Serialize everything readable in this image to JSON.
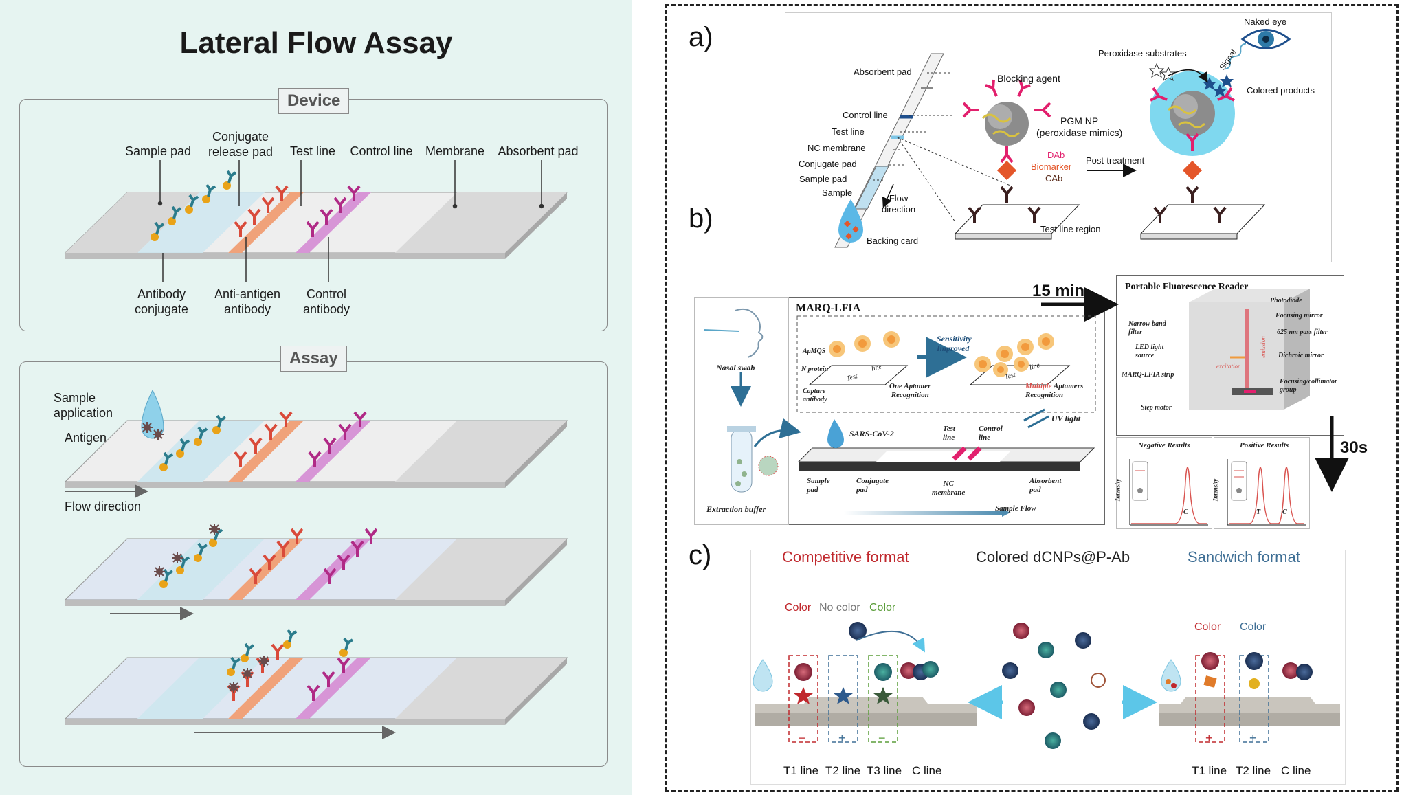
{
  "left": {
    "title": "Lateral Flow Assay",
    "device": {
      "label": "Device",
      "top_labels": [
        "Sample pad",
        "Conjugate\nrelease pad",
        "Test line",
        "Control line",
        "Membrane",
        "Absorbent pad"
      ],
      "bottom_labels": [
        "Antibody\nconjugate",
        "Anti-antigen\nantibody",
        "Control\nantibody"
      ]
    },
    "assay": {
      "label": "Assay",
      "sample_application": "Sample\napplication",
      "antigen": "Antigen",
      "flow_direction": "Flow direction"
    }
  },
  "right": {
    "a": {
      "letter": "a)",
      "strip_labels": [
        "Absorbent pad",
        "Control line",
        "Test line",
        "NC membrane",
        "Conjugate pad",
        "Sample pad",
        "Sample",
        "Backing card"
      ],
      "flow_direction": "Flow\ndirection",
      "blocking_agent": "Blocking agent",
      "pgm_np": "PGM NP\n(peroxidase mimics)",
      "dab": "DAb",
      "biomarker": "Biomarker",
      "cab": "CAb",
      "test_line_region": "Test line region",
      "post_treatment": "Post-treatment",
      "naked_eye": "Naked eye",
      "peroxidase_substrates": "Peroxidase substrates",
      "signal": "Signal",
      "colored_products": "Colored products"
    },
    "b": {
      "letter": "b)",
      "time_15": "15 min",
      "time_30": "30s",
      "marq_title": "MARQ-LFIA",
      "nasal_swab": "Nasal swab",
      "extraction_buffer": "Extraction buffer",
      "apmqs": "ApMQS",
      "n_protein": "N protein",
      "capture_antibody": "Capture\nantibody",
      "sensitivity": "Sensitivity\nImproved",
      "one_aptamer": "One Aptamer\nRecognition",
      "multiple": "Multiple",
      "aptamers_recognition": " Aptamers\nRecognition",
      "test_word": "Test",
      "line_word": "line",
      "sars": "SARS-CoV-2",
      "test_line": "Test\nline",
      "control_line": "Control\nline",
      "uv_light": "UV light",
      "sample_pad": "Sample\npad",
      "conjugate_pad": "Conjugate\npad",
      "nc_membrane": "NC\nmembrane",
      "absorbent_pad": "Absorbent\npad",
      "sample_flow": "Sample Flow",
      "reader_title": "Portable Fluorescence Reader",
      "reader_labels": [
        "Photodiode",
        "Focusing mirror",
        "625 nm pass filter",
        "Dichroic mirror",
        "Focusing/collimator\ngroup"
      ],
      "reader_left_labels": [
        "Narrow band\nfilter",
        "LED light\nsource",
        "MARQ-LFIA strip",
        "Step motor"
      ],
      "excitation": "excitation",
      "emission": "emission",
      "negative": "Negative Results",
      "positive": "Positive Results",
      "intensity": "Intensity",
      "peak_c": "C",
      "peak_t": "T"
    },
    "c": {
      "letter": "c)",
      "competitive": "Competitive  format",
      "colored_dcnps": "Colored dCNPs@P-Ab",
      "sandwich": "Sandwich format",
      "color": "Color",
      "no_color": "No color",
      "minus": "−",
      "plus": "+",
      "left_lines": [
        "T1 line",
        "T2 line",
        "T3 line",
        "C line"
      ],
      "right_lines": [
        "T1 line",
        "T2 line",
        "C line"
      ]
    }
  },
  "colors": {
    "bg_left": "#e6f4f1",
    "teal": "#2b7c8c",
    "orange": "#e9a318",
    "red_antibody": "#d94a3a",
    "magenta": "#b02a86",
    "competitive_red": "#c0282d",
    "sandwich_blue": "#3f6f95",
    "green": "#5b9d3a"
  }
}
